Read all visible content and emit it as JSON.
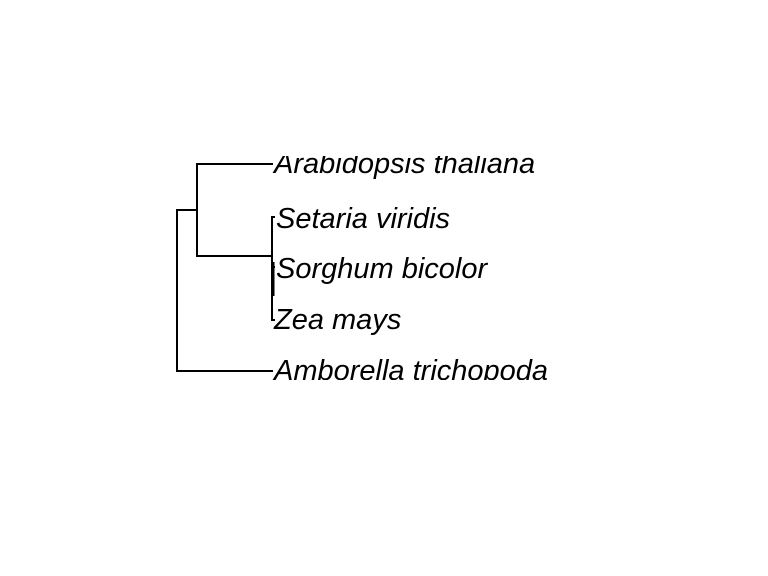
{
  "tree": {
    "line_color": "#000000",
    "text_color": "#000000",
    "newick": "((Arabidopsis thaliana,(Setaria viridis,Sorghum bicolor,Zea mays)),Amborella trichopoda);",
    "taxa": [
      {
        "id": "arabidopsis",
        "label": "Arabidopsis thaliana"
      },
      {
        "id": "setaria",
        "label": "Setaria viridis"
      },
      {
        "id": "sorghum",
        "label": "Sorghum bicolor"
      },
      {
        "id": "zea",
        "label": "Zea mays"
      },
      {
        "id": "amborella",
        "label": "Amborella trichopoda"
      }
    ]
  }
}
